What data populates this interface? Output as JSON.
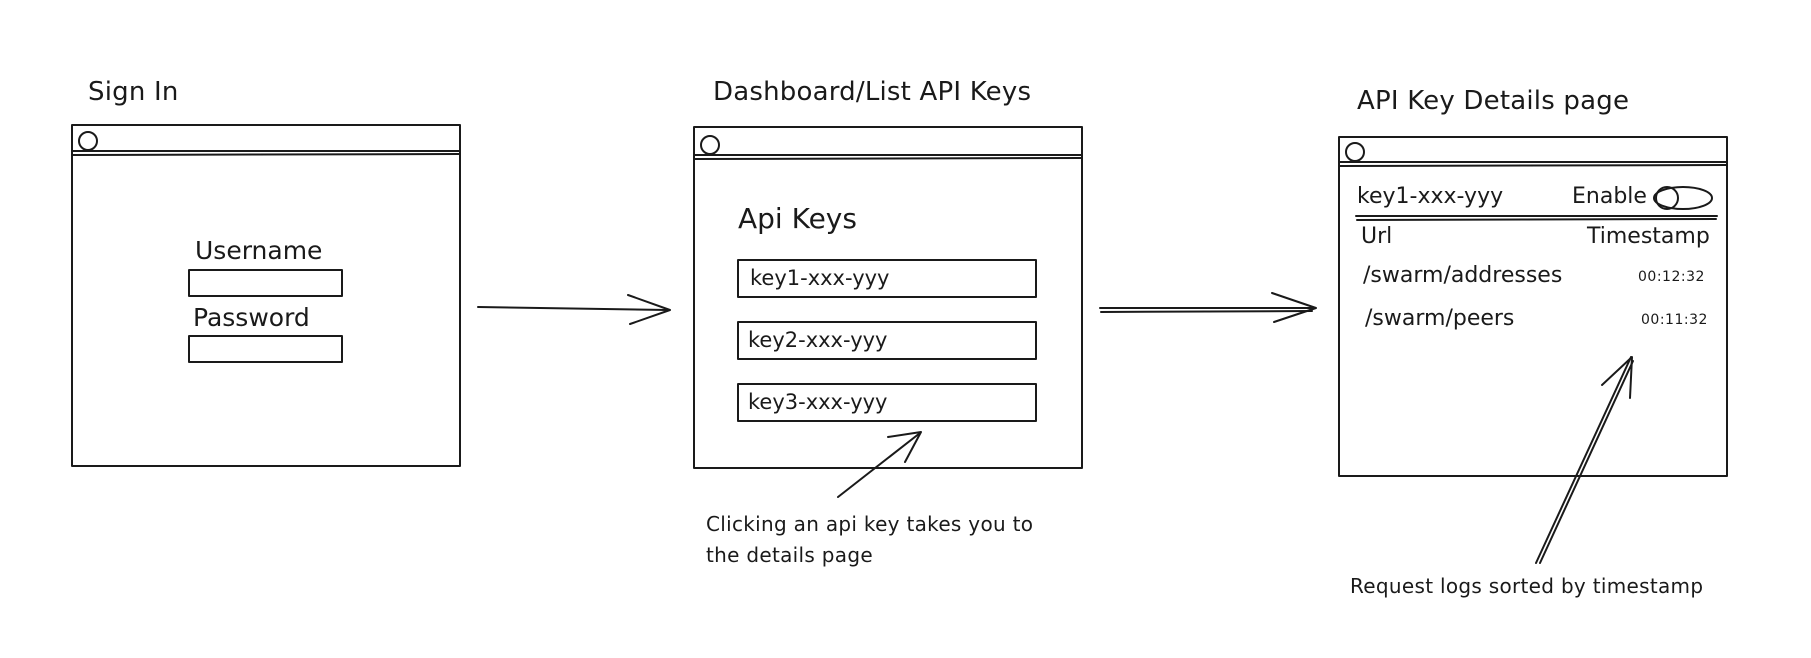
{
  "sign_in": {
    "title": "Sign In",
    "username_label": "Username",
    "password_label": "Password"
  },
  "dashboard": {
    "title": "Dashboard/List API Keys",
    "heading": "Api Keys",
    "keys": [
      "key1-xxx-yyy",
      "key2-xxx-yyy",
      "key3-xxx-yyy"
    ],
    "note_line1": "Clicking an api key takes you to",
    "note_line2": "the details page"
  },
  "details": {
    "title": "API Key Details page",
    "key_name": "key1-xxx-yyy",
    "toggle_label": "Enable",
    "col_url": "Url",
    "col_timestamp": "Timestamp",
    "rows": [
      {
        "url": "/swarm/addresses",
        "timestamp": "00:12:32"
      },
      {
        "url": "/swarm/peers",
        "timestamp": "00:11:32"
      }
    ],
    "note": "Request logs sorted by timestamp"
  }
}
